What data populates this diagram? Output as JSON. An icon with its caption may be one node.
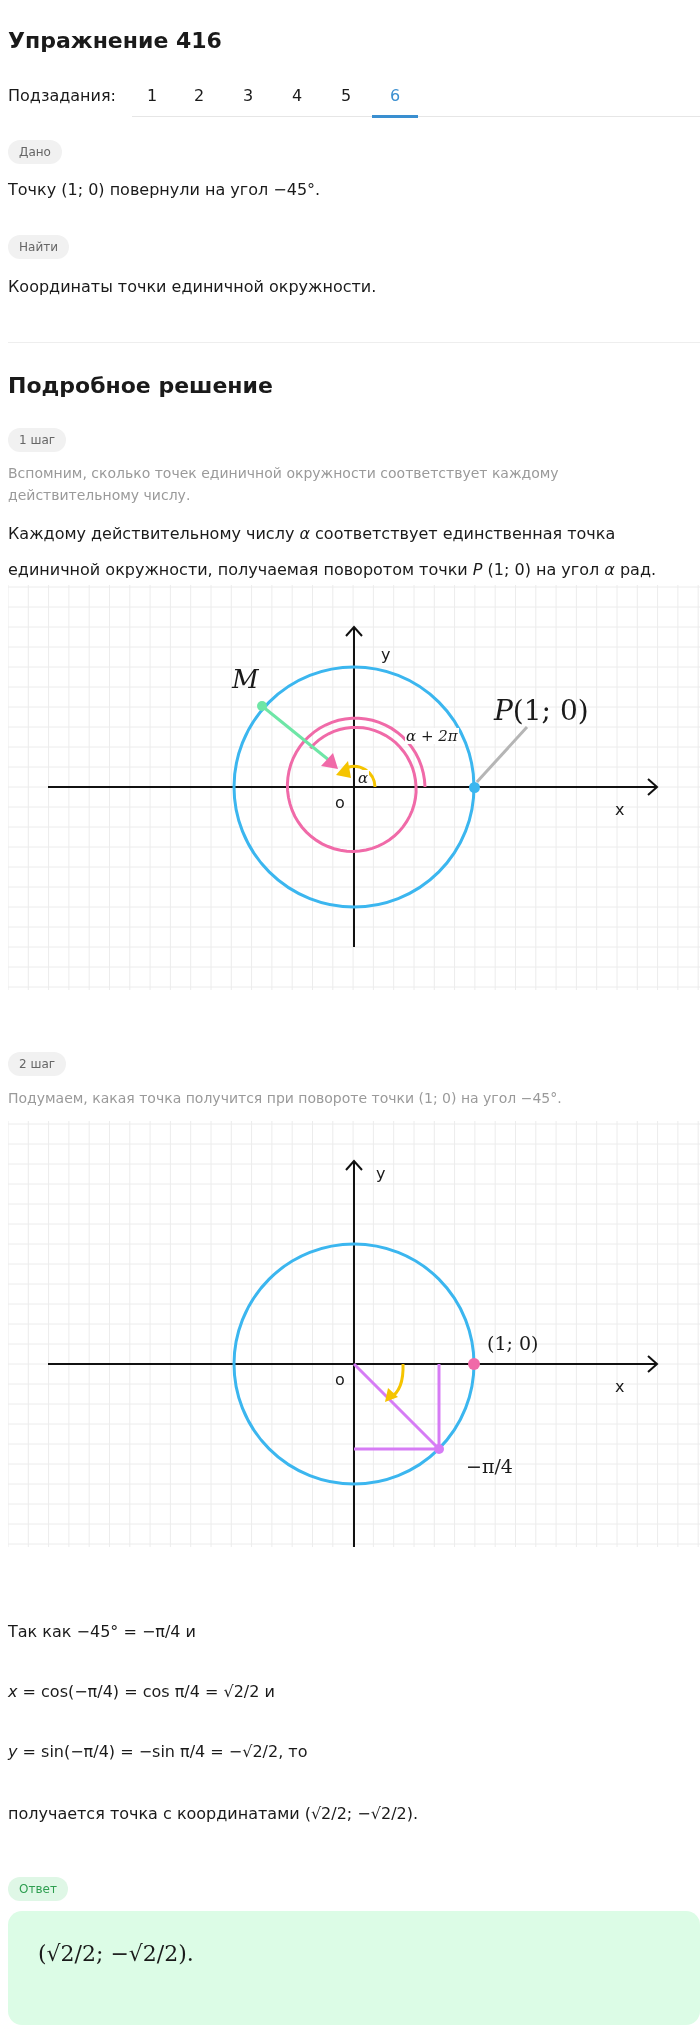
{
  "diagram": {
    "title": "Упражнение 416",
    "nodes": [
      {
        "text": [
          "Дано"
        ]
      },
      {
        "text": [
          "Найти"
        ]
      },
      {
        "text": [
          "1 шаг"
        ]
      },
      {
        "text": [
          "2 шаг"
        ]
      },
      {
        "text": [
          "Ответ"
        ]
      },
      {
        "text": [
          "(√2/2; −√2/2)."
        ]
      },
      {
        "text": [
          "*P*(1; 0)"
        ]
      },
      {
        "text": [],
        "shape": "circle"
      }
    ],
    "edges": [
      {
        "from": 6,
        "to": 7,
        "arrow": "none"
      }
    ],
    "labels": [
      "Подзадания:",
      "1",
      "2",
      "3",
      "4",
      "5",
      "6",
      "Точку (1; 0) повернули на угол −45°.",
      "Координаты точки единичной окружности.",
      "Подробное решение",
      "Вспомним, сколько точек единичной окружности соответствует каждому действительному числу.",
      "Каждому действительному числу *α* соответствует единственная точка единичной окружности, получаемая поворотом точки *P* (1; 0) на угол *α* рад.",
      "y",
      "M",
      "α + 2π",
      "α",
      "o",
      "x",
      "Подумаем, какая точка получится при повороте точки (1; 0) на угол −45°.",
      "y",
      "(1; 0)",
      "o",
      "x",
      "−π/4",
      "Так как −45° = −π/4 и",
      "*x* = cos(−π/4) = cos π/4 = √2/2 и",
      "*y* = sin(−π/4) = −sin π/4 = −√2/2, то",
      "получается точка с координатами (√2/2; −√2/2)."
    ]
  }
}
